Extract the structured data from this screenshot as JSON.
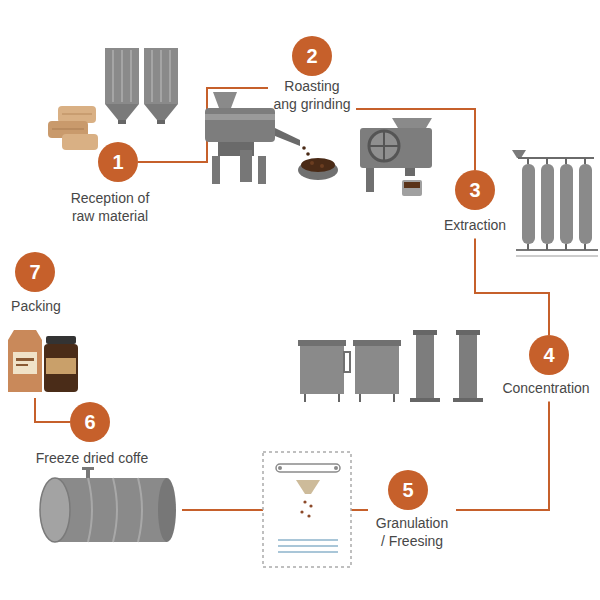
{
  "diagram": {
    "nodes": [
      {
        "text": [
          "1",
          "Reception of raw material"
        ]
      },
      {
        "text": [
          "2",
          "Roasting ang grinding"
        ]
      },
      {
        "text": [
          "3",
          "Extraction"
        ]
      },
      {
        "text": [
          "4",
          "Concentration"
        ]
      },
      {
        "text": [
          "5",
          "Granulation / Freesing"
        ]
      },
      {
        "text": [
          "6",
          "Freeze dried coffe"
        ]
      },
      {
        "text": [
          "7",
          "Packing"
        ]
      }
    ],
    "edges": [
      {
        "from": 0,
        "to": 1,
        "arrow": "none"
      },
      {
        "from": 1,
        "to": 2,
        "arrow": "none"
      },
      {
        "from": 2,
        "to": 3,
        "arrow": "none"
      },
      {
        "from": 3,
        "to": 4,
        "arrow": "none"
      },
      {
        "from": 4,
        "to": 5,
        "arrow": "none"
      },
      {
        "from": 5,
        "to": 6,
        "arrow": "none"
      }
    ]
  }
}
